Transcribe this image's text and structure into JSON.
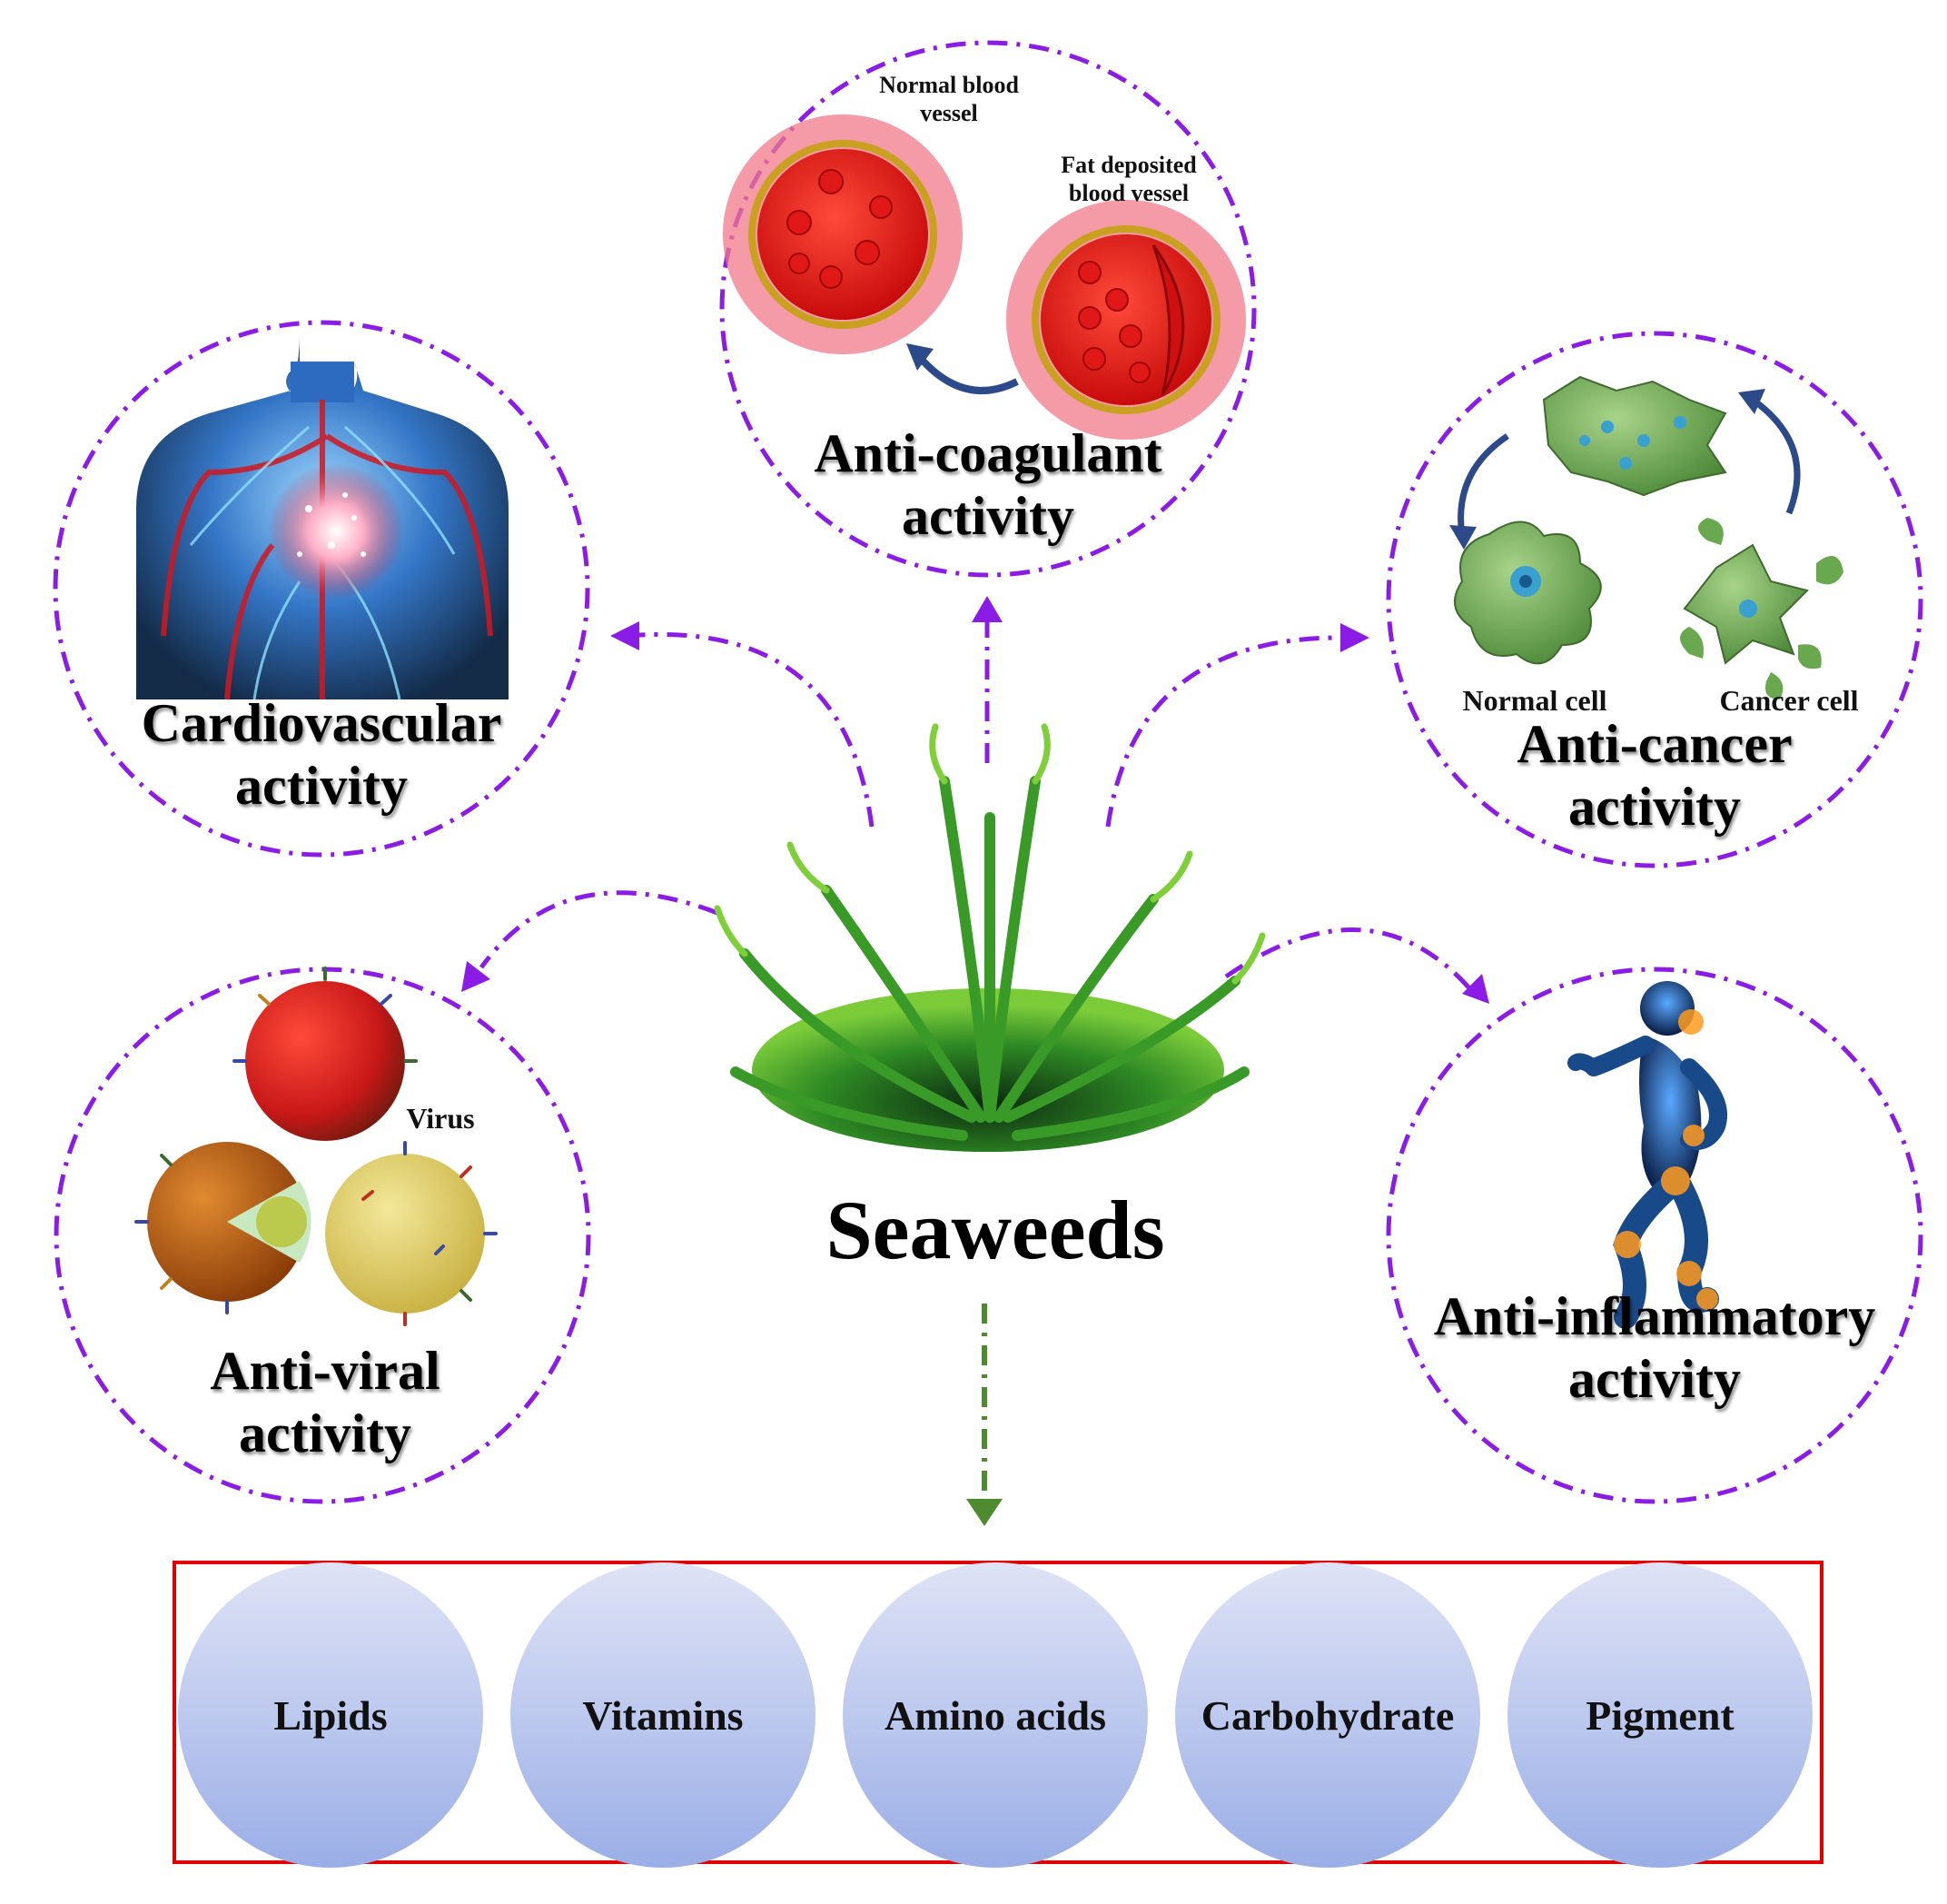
{
  "center": {
    "title": "Seaweeds"
  },
  "activities": {
    "cardiovascular": {
      "line1": "Cardiovascular",
      "line2": "activity"
    },
    "anticoagulant": {
      "line1": "Anti-coagulant",
      "line2": "activity",
      "normal_vessel": "Normal blood vessel",
      "fat_vessel": "Fat deposited blood vessel"
    },
    "anticancer": {
      "line1": "Anti-cancer",
      "line2": "activity",
      "normal_cell": "Normal cell",
      "cancer_cell": "Cancer cell"
    },
    "antiviral": {
      "line1": "Anti-viral",
      "line2": "activity",
      "virus": "Virus"
    },
    "antiinflammatory": {
      "line1": "Anti-inflammatory",
      "line2": "activity"
    }
  },
  "nutrients": [
    "Lipids",
    "Vitamins",
    "Amino acids",
    "Carbohydrate",
    "Pigment"
  ],
  "colors": {
    "dashed_circle": "#8b1ce6",
    "arrow_down": "#4e8a2e",
    "box_border": "#e00000",
    "nutrient_fill_top": "#dfe3f6",
    "nutrient_fill_bottom": "#9aaee6"
  }
}
